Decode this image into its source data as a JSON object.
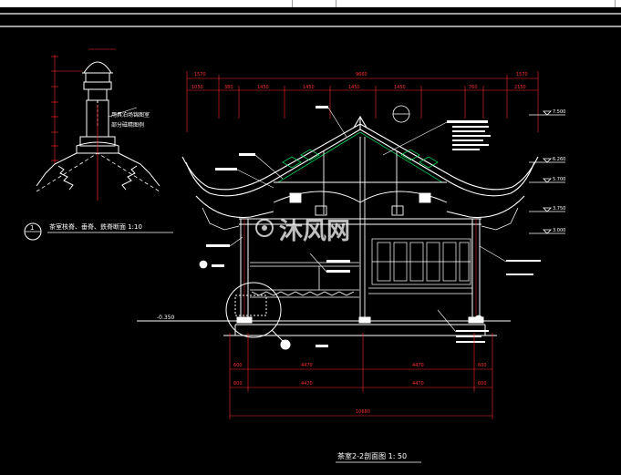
{
  "window": {
    "colors": {
      "background": "#000000",
      "white": "#ffffff",
      "red": "#ff2a2a",
      "yellow": "#ffff00",
      "green": "#00ff66",
      "cyan": "#00e5ff",
      "magenta": "#ff00ff"
    }
  },
  "drawing": {
    "detail_title": "茶室核脊、垂脊、鉄脊断面  1:10",
    "detail_number": "1",
    "detail_note_line1": "用具泊场锦图室",
    "detail_note_line2": "部分磁精图例",
    "main_title": "茶室2-2剖面图 1: 50",
    "watermark_text": "沐风网",
    "elev_left": "-0.350",
    "overall_width": "10680",
    "top_dims": [
      "1570",
      "9660",
      "1570"
    ],
    "top_subdims": [
      "1050",
      "380",
      "1450",
      "1450",
      "1450",
      "1450",
      "760",
      "2150"
    ],
    "bottom_dims": [
      "600",
      "4470",
      "4470",
      "600"
    ],
    "level_marks": [
      "7.500",
      "6.260",
      "5.700",
      "3.750",
      "3.000"
    ]
  }
}
